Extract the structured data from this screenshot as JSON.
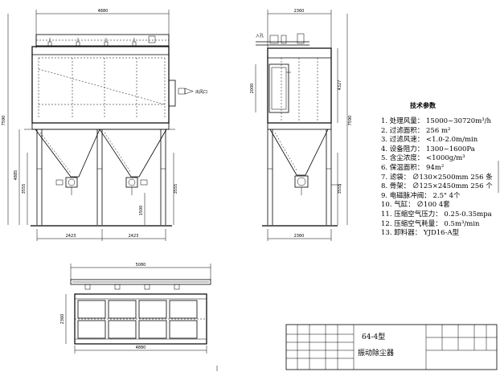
{
  "front_view": {
    "dims": {
      "top_width": "4880",
      "total_height": "7590",
      "leg_height": "4885",
      "hopper_height": "3555",
      "hopper_right": "3555",
      "outlet_height": "1500",
      "bay_left": "2423",
      "bay_right": "2423"
    },
    "outlet_label": "出风口"
  },
  "side_view": {
    "dims": {
      "top_width": "2360",
      "bottom_width": "2360",
      "total_height": "7590",
      "upper_height": "4327",
      "door_height": "2000",
      "lower_height": "3555",
      "small_label": "入孔"
    }
  },
  "plan_view": {
    "dims": {
      "top_width": "5080",
      "bottom_width": "4880",
      "depth": "2360"
    }
  },
  "tech_params": {
    "title": "技术参数",
    "items": [
      "1. 处理风量： 15000~30720m³/h",
      "2. 过滤面积： 256 m²",
      "3. 过滤风速： <1.0-2.0m/min",
      "4. 设备阻力： 1300~1600Pa",
      "5. 含尘浓度： <1000g/m³",
      "6. 保温面积： 94m²",
      "7. 滤袋： ∅130×2500mm 256 条",
      "8. 骨架： ∅125×2450mm 256 个",
      "9. 电磁脉冲阀： 2.5\" 4个",
      "10. 气缸： ∅100 4套",
      "11. 压缩空气压力： 0.25-0.35mpa",
      "12. 压缩空气耗量： 0.5m³/min",
      "13. 卸料器： YJD16-A型"
    ]
  },
  "title_block": {
    "model": "64-4型",
    "name": "振动除尘器"
  }
}
